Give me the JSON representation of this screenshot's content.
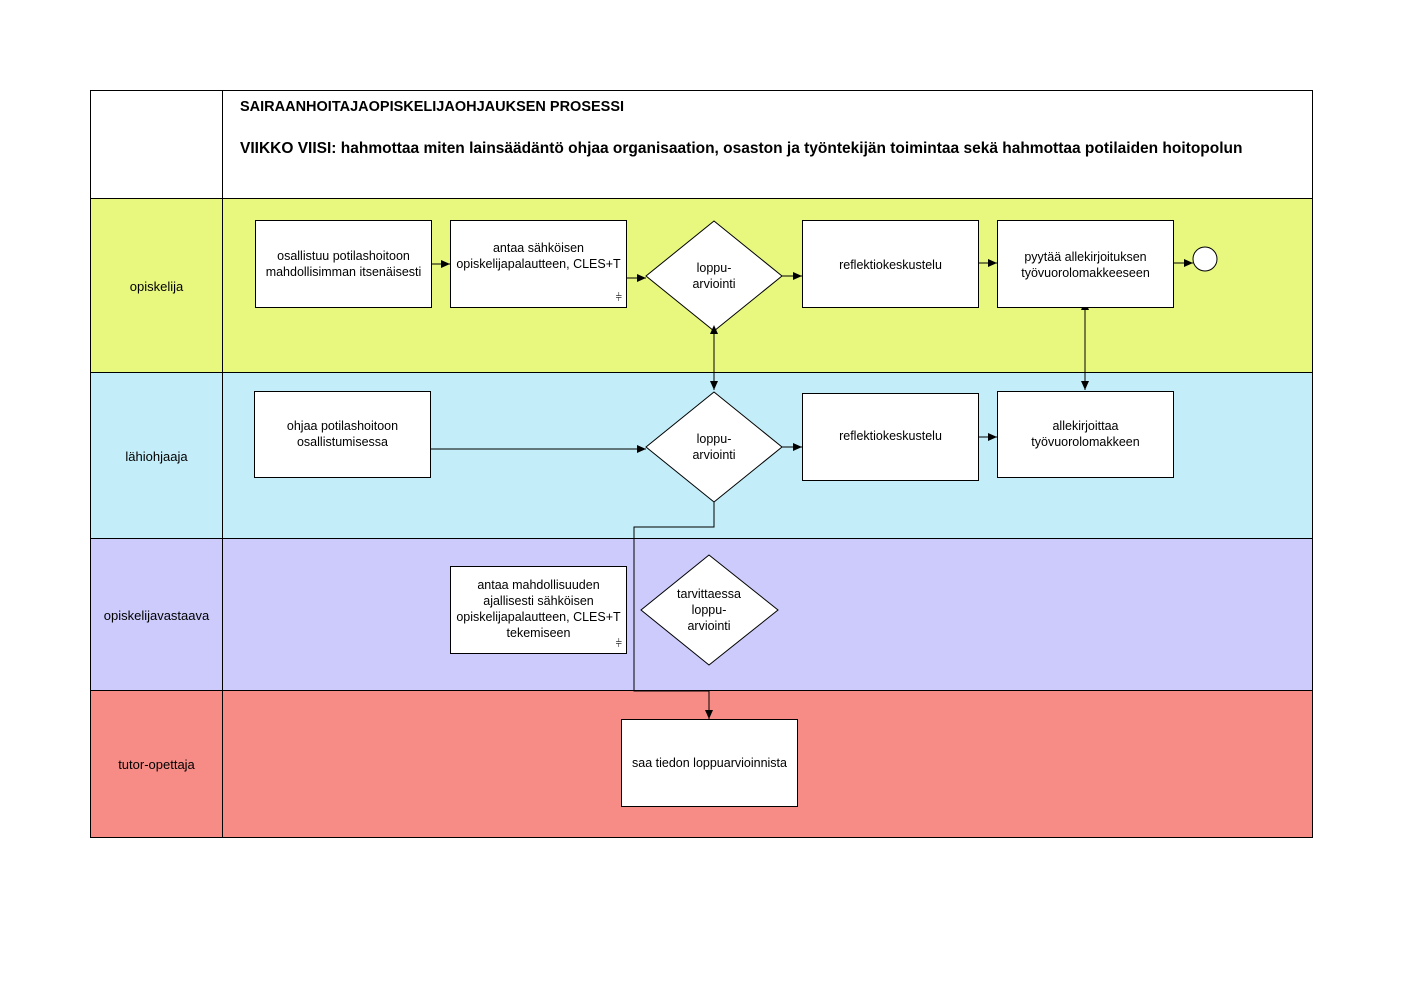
{
  "title": "SAIRAANHOITAJAOPISKELIJAOHJAUKSEN PROSESSI",
  "subtitle": "VIIKKO VIISI: hahmottaa miten lainsäädäntö ohjaa organisaation, osaston ja työntekijän toimintaa sekä hahmottaa potilaiden hoitopolun",
  "lanes": [
    {
      "label": "opiskelija",
      "color": "#e8f77e"
    },
    {
      "label": "lähiohjaaja",
      "color": "#c3eef9"
    },
    {
      "label": "opiskelijavastaava",
      "color": "#cccbfc"
    },
    {
      "label": "tutor-opettaja",
      "color": "#f78b86"
    }
  ],
  "nodes": {
    "osallistuu": "osallistuu potilashoitoon mahdollisimman itsenäisesti",
    "antaa_palaute": "antaa sähköisen opiskelijapalautteen, CLES+T",
    "loppuarviointi_opiskelija": "loppu-\narviointi",
    "reflektio_opiskelija": "reflektiokeskustelu",
    "pyytaa": "pyytää allekirjoituksen työvuorolomakkeeseen",
    "ohjaa": "ohjaa potilashoitoon osallistumisessa",
    "loppuarviointi_lahiohjaaja": "loppu-\narviointi",
    "reflektio_lahiohjaaja": "reflektiokeskustelu",
    "allekirjoittaa": "allekirjoittaa työvuorolomakkeen",
    "antaa_mahdollisuuden": "antaa mahdollisuuden ajallisesti sähköisen opiskelijapalautteen, CLES+T tekemiseen",
    "tarvittaessa": "tarvittaessa\nloppu-\narviointi",
    "saa_tiedon": "saa tiedon loppuarvioinnista"
  },
  "icons": {
    "subprocess": "subprocess-icon",
    "end_event": "end-event-circle"
  }
}
